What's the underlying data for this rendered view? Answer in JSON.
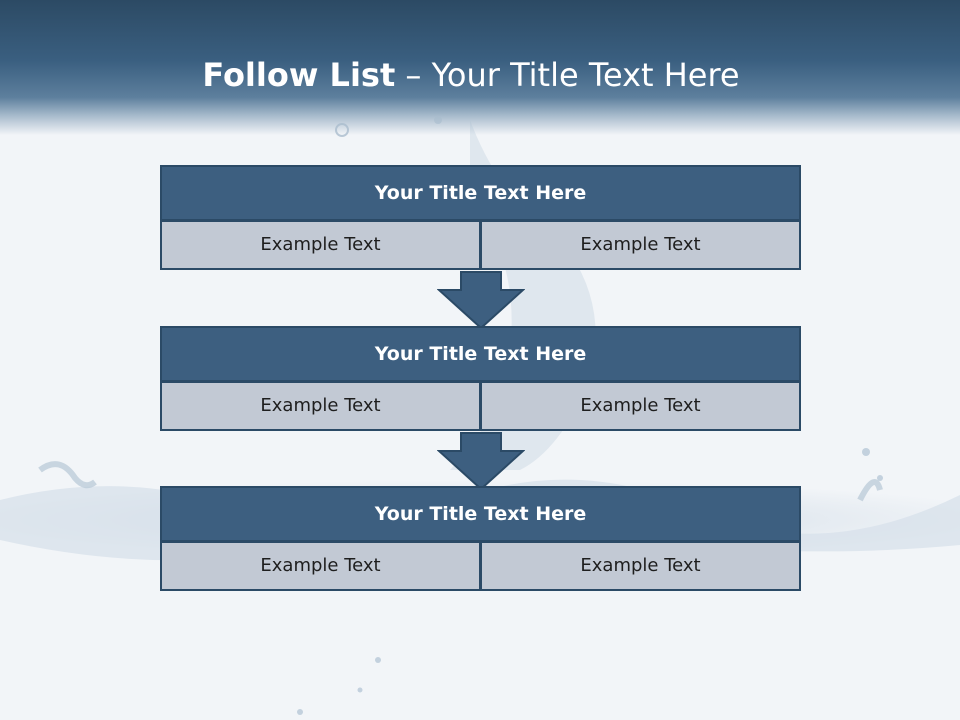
{
  "header": {
    "title_bold": "Follow List",
    "title_rest": " – Your Title Text Here"
  },
  "blocks": [
    {
      "title": "Your Title Text Here",
      "left": "Example Text",
      "right": "Example Text"
    },
    {
      "title": "Your Title Text Here",
      "left": "Example Text",
      "right": "Example Text"
    },
    {
      "title": "Your Title Text Here",
      "left": "Example Text",
      "right": "Example Text"
    }
  ],
  "colors": {
    "header_dark": "#2c4a64",
    "title_fill": "#3d5f80",
    "cell_fill": "#c2c9d4",
    "border": "#2b4a66",
    "background": "#f2f5f8"
  }
}
